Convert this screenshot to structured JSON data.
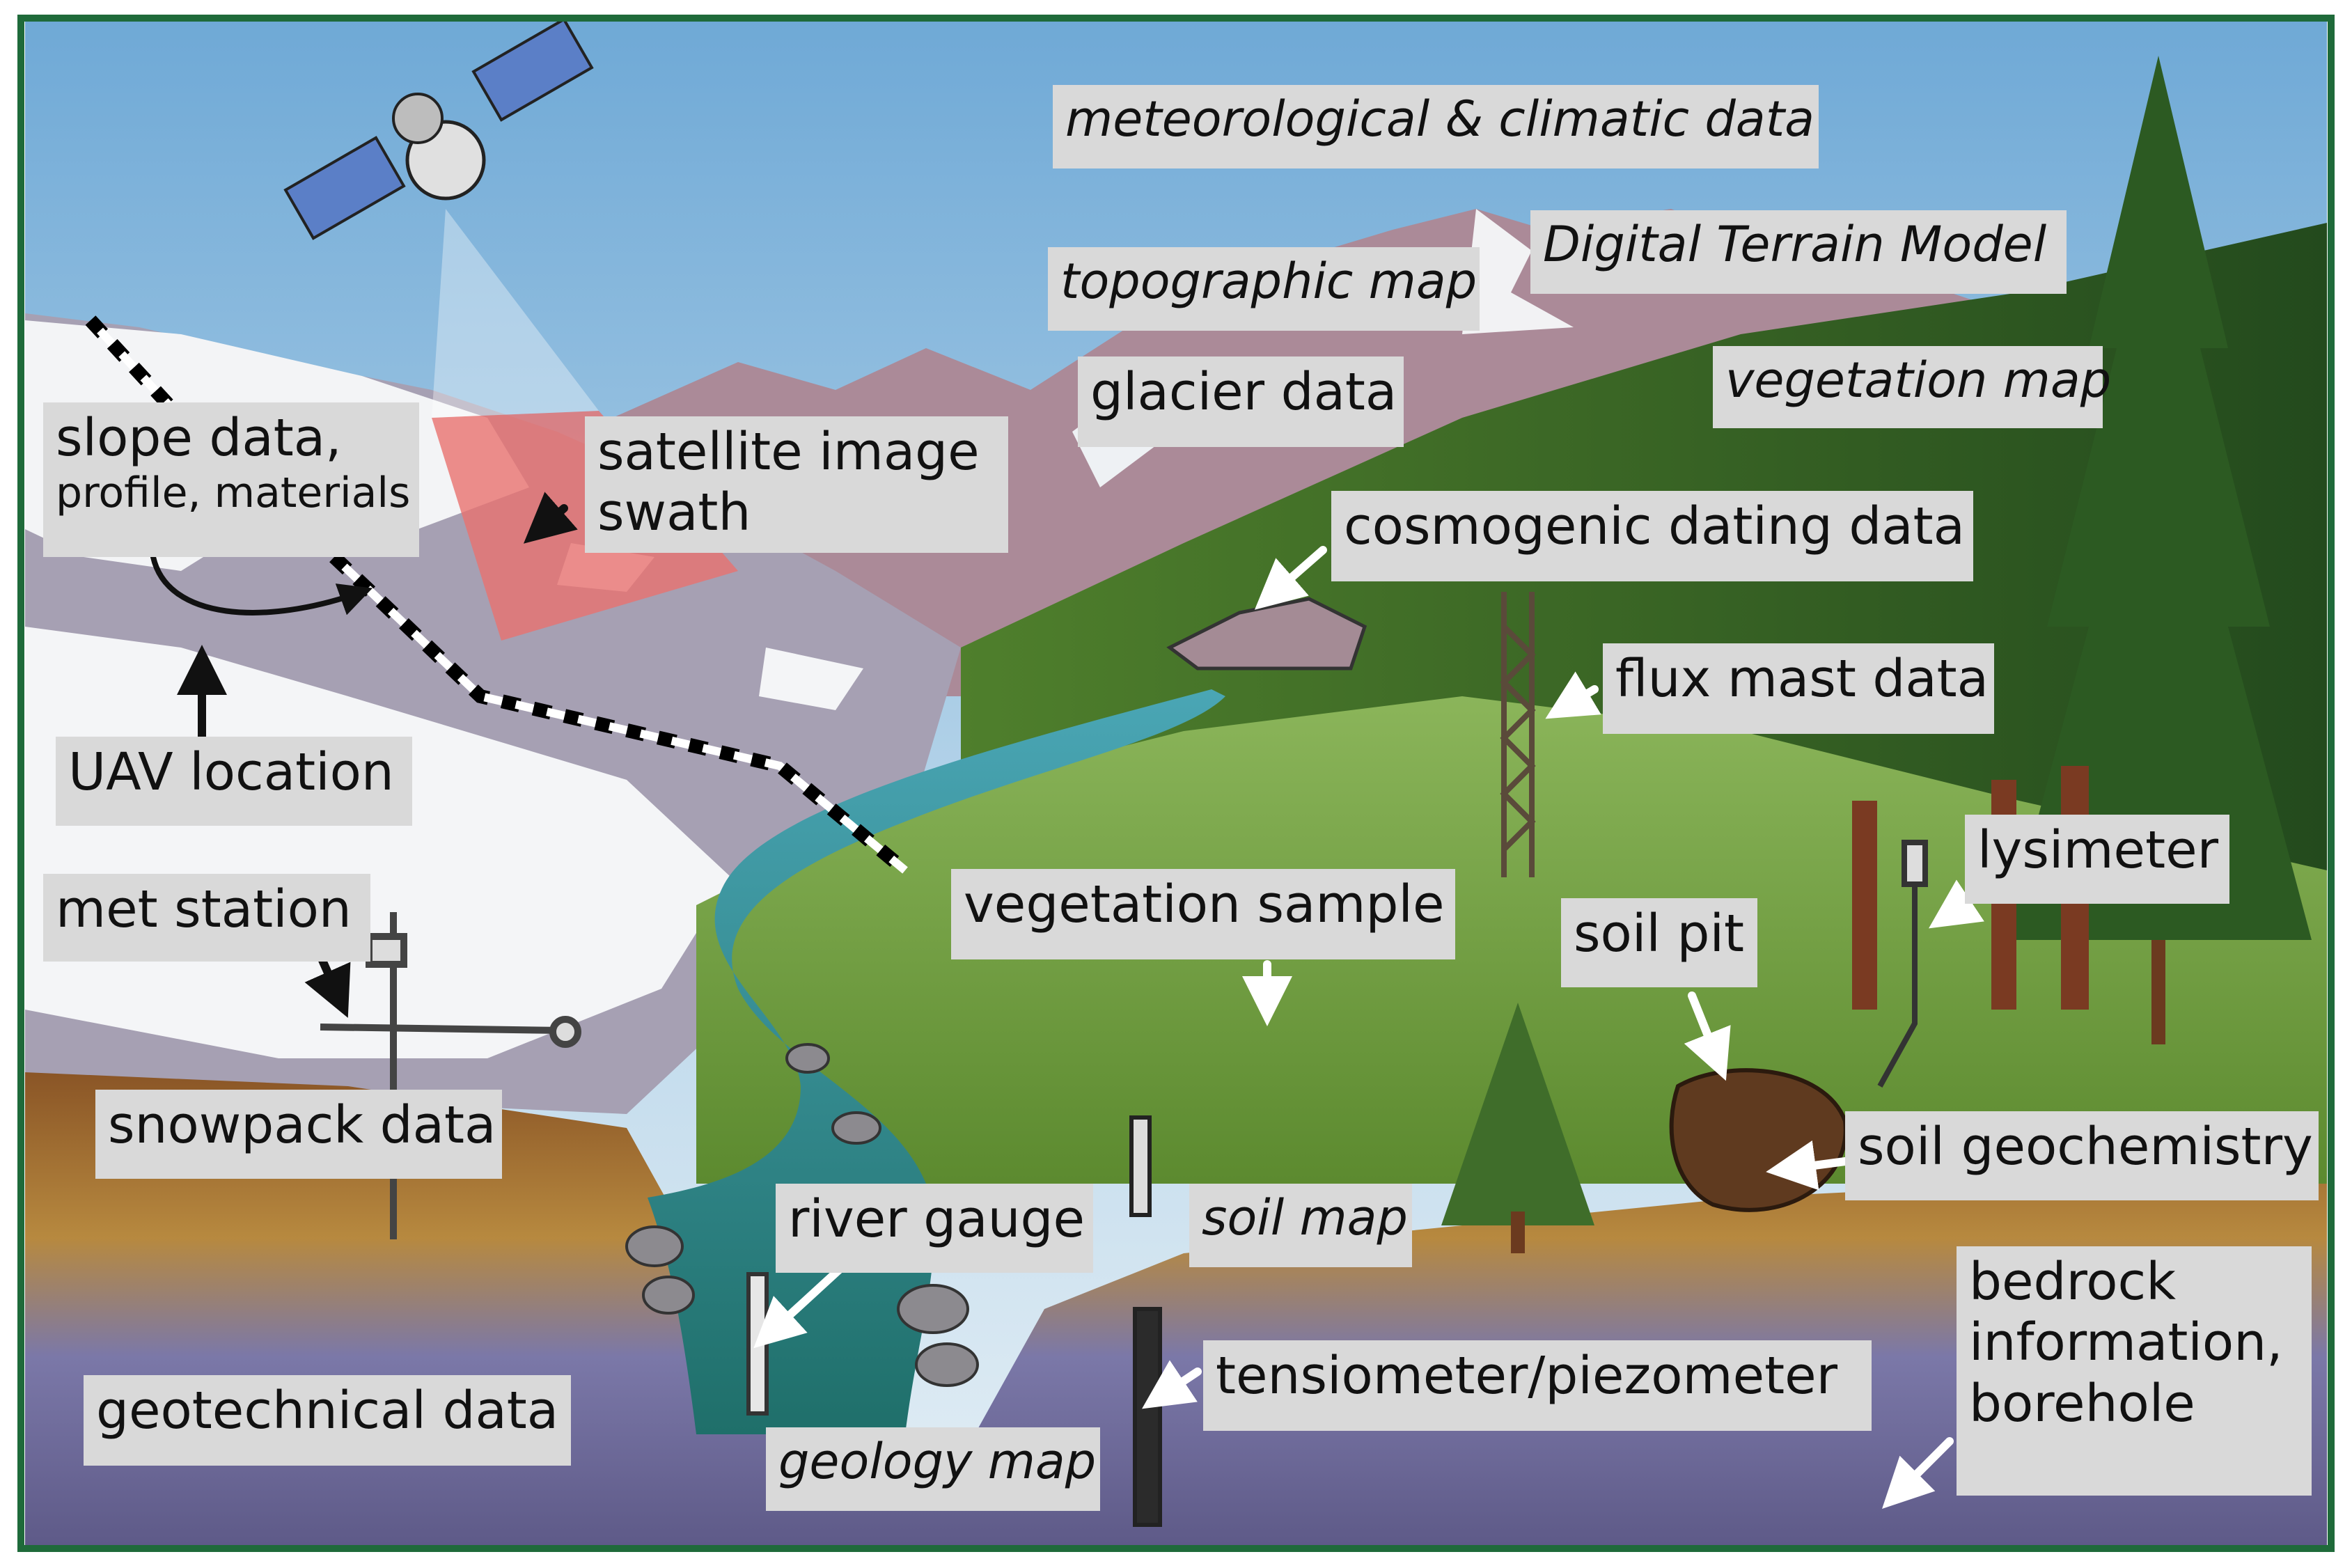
{
  "colors": {
    "frame": "#1f6a3a",
    "sky_top": "#78b1da",
    "sky_bottom": "#d6e8f2",
    "mountain": "#a98a97",
    "snow": "#f1f3f5",
    "meadow": "#6e9c3c",
    "forest": "#2e5b25",
    "river": "#2f8c8a",
    "soil": "#7c4a22",
    "bedrock": "#6e6e9a",
    "swath": "#e8726f",
    "label_bg": "#d9d9d9"
  },
  "icons": [
    "satellite-icon",
    "flux-mast-icon",
    "met-station-icon",
    "lysimeter-icon",
    "river-gauge-icon",
    "tensiometer-icon",
    "conifer-tree-icon",
    "uav-flight-path"
  ],
  "labels": {
    "meteorological": "meteorological & climatic data",
    "dtm": "Digital Terrain Model",
    "topographic": "topographic map",
    "vegetation_map": "vegetation map",
    "glacier": "glacier data",
    "slope_line1": "slope data,",
    "slope_line2": "profile, materials",
    "satellite_line1": "satellite image",
    "satellite_line2": "swath",
    "cosmogenic": "cosmogenic dating data",
    "flux_mast": "flux mast data",
    "uav": "UAV location",
    "met_station": "met station",
    "vegetation_sample": "vegetation sample",
    "soil_pit": "soil pit",
    "lysimeter": "lysimeter",
    "snowpack": "snowpack data",
    "soil_geochem": "soil geochemistry",
    "river_gauge": "river gauge",
    "soil_map": "soil map",
    "bedrock_line1": "bedrock",
    "bedrock_line2": "information,",
    "bedrock_line3": "borehole",
    "tensiometer": "tensiometer/piezometer",
    "geotechnical": "geotechnical data",
    "geology_map": "geology map"
  }
}
